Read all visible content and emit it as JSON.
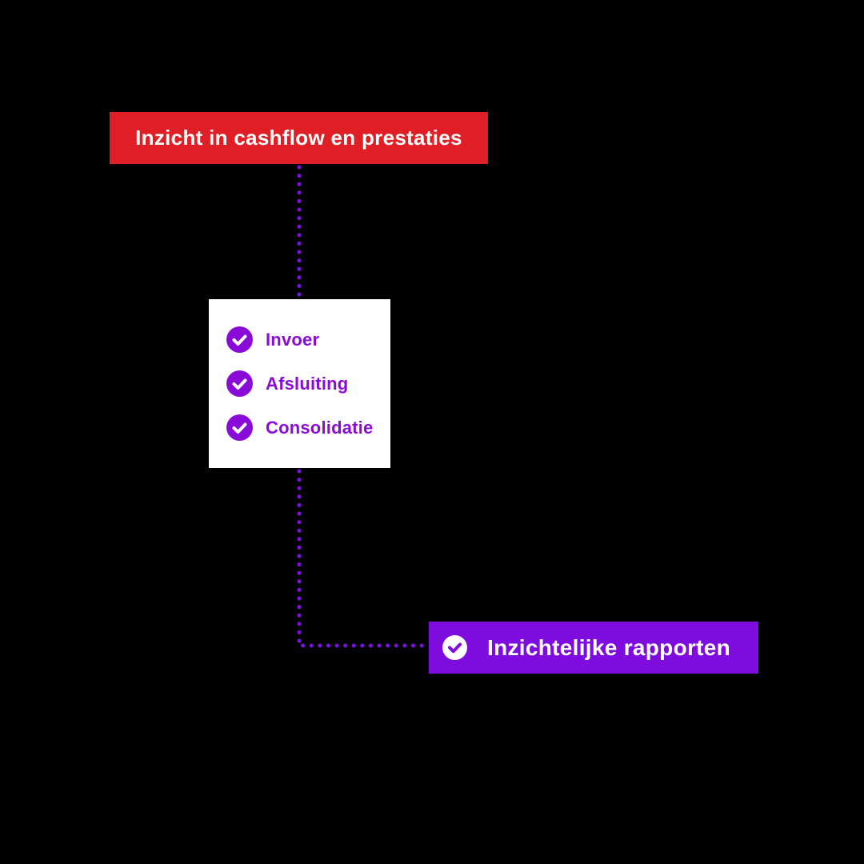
{
  "diagram": {
    "background_color": "#000000",
    "connector_color": "#7b10e0",
    "top_banner": {
      "label": "Inzicht in cashflow en prestaties",
      "bg_color": "#e01e25",
      "text_color": "#ffffff"
    },
    "checklist": {
      "bg_color": "#ffffff",
      "accent_color": "#8a0bd8",
      "items": [
        {
          "label": "Invoer"
        },
        {
          "label": "Afsluiting"
        },
        {
          "label": "Consolidatie"
        }
      ]
    },
    "result_banner": {
      "label": "Inzichtelijke rapporten",
      "bg_color": "#7e0cdf",
      "text_color": "#ffffff"
    }
  }
}
